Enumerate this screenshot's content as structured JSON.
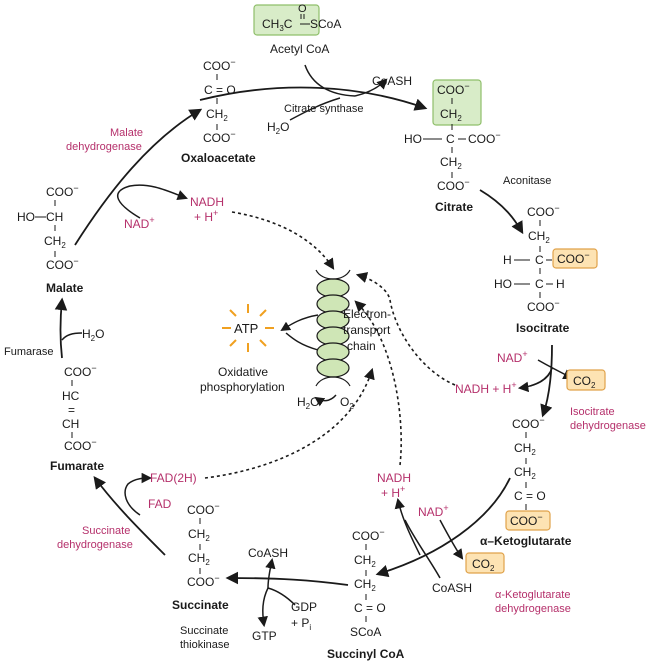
{
  "colors": {
    "enzyme": "#b5306b",
    "black": "#1a1a1a",
    "greenBox": "#d8ecc8",
    "greenBoxStroke": "#8fbf6a",
    "orangeBox": "#fde3b3",
    "orangeBoxStroke": "#e0a24a",
    "etcFill": "#cfe6b6",
    "star": "#f0a020"
  },
  "chem": {
    "coo": "COO",
    "minus": "−",
    "co": "C = O",
    "ch2": "CH",
    "two": "2",
    "ho": "HO",
    "h": "H",
    "c": "C",
    "ch": "CH",
    "hc": "HC",
    "dbl": "=",
    "sco_a": "SCoA",
    "ch3": "CH",
    "three": "3",
    "ch3c": "C",
    "o": "O",
    "ccoa": "SCoA"
  },
  "labels": {
    "acetylCoA": "Acetyl CoA",
    "citrate": "Citrate",
    "isocitrate": "Isocitrate",
    "alphaKG": "α–Ketoglutarate",
    "succinylCoA": "Succinyl CoA",
    "succinate": "Succinate",
    "fumarate": "Fumarate",
    "malate": "Malate",
    "oxaloacetate": "Oxaloacetate"
  },
  "enzymes": {
    "citrateSynthase": "Citrate synthase",
    "aconitase": "Aconitase",
    "isocitrateDH1": "Isocitrate",
    "isocitrateDH2": "dehydrogenase",
    "akgDH1": "α-Ketoglutarate",
    "akgDH2": "dehydrogenase",
    "succinateThiokinase1": "Succinate",
    "succinateThiokinase2": "thiokinase",
    "succinateDH1": "Succinate",
    "succinateDH2": "dehydrogenase",
    "fumarase": "Fumarase",
    "malateDH1": "Malate",
    "malateDH2": "dehydrogenase"
  },
  "cofactors": {
    "coash1": "CoASH",
    "coash2": "CoASH",
    "coash3": "CoASH",
    "h2o": "H",
    "h2oSub": "2",
    "h2oO": "O",
    "nad": "NAD",
    "plus": "+",
    "nadh": "NADH",
    "hplus": "+ H",
    "co2": "CO",
    "co2Sub": "2",
    "fad": "FAD",
    "fad2h": "FAD(2H)",
    "gdp": "GDP",
    "pi": "+ P",
    "piSub": "i",
    "gtp": "GTP",
    "nadhH": "NADH + H",
    "o2": "O"
  },
  "etc": {
    "line1": "Electron-",
    "line2": "transport",
    "line3": "chain",
    "atp": "ATP",
    "oxphos1": "Oxidative",
    "oxphos2": "phosphorylation"
  }
}
